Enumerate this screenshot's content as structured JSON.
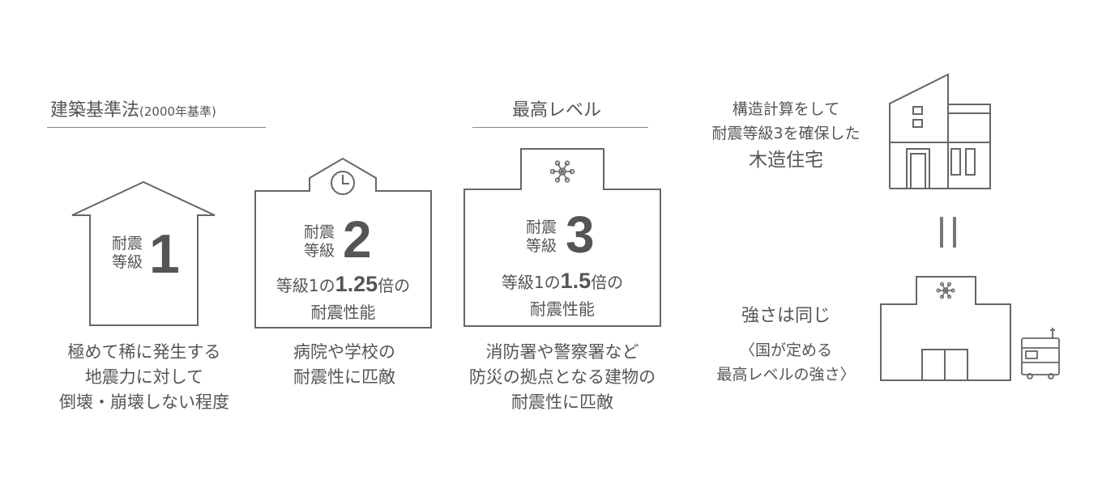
{
  "sections": {
    "building_standard": {
      "title": "建築基準法",
      "note": "(2000年基準)"
    },
    "highest_level": {
      "title": "最高レベル"
    }
  },
  "grades": [
    {
      "label_line1": "耐震",
      "label_line2": "等級",
      "number": "1",
      "caption": [
        "極めて稀に発生する",
        "地震力に対して",
        "倒壊・崩壊しない程度"
      ]
    },
    {
      "label_line1": "耐震",
      "label_line2": "等級",
      "number": "2",
      "multiplier_prefix": "等級1の",
      "multiplier_value": "1.25",
      "multiplier_suffix": "倍の",
      "multiplier_line2": "耐震性能",
      "caption": [
        "病院や学校の",
        "耐震性に匹敵"
      ]
    },
    {
      "label_line1": "耐震",
      "label_line2": "等級",
      "number": "3",
      "multiplier_prefix": "等級1の",
      "multiplier_value": "1.5",
      "multiplier_suffix": "倍の",
      "multiplier_line2": "耐震性能",
      "caption": [
        "消防署や警察署など",
        "防災の拠点となる建物の",
        "耐震性に匹敵"
      ]
    }
  ],
  "right_panel": {
    "house_text": [
      "構造計算をして",
      "耐震等級3を確保した"
    ],
    "house_text_emph": "木造住宅",
    "equals": "=",
    "strength_title": "強さは同じ",
    "strength_note": [
      "〈国が定める",
      "最高レベルの強さ〉"
    ]
  },
  "icons": {
    "grade2": "clock-icon",
    "grade3": "snowflake-gear-icon",
    "station": "snowflake-gear-icon"
  }
}
